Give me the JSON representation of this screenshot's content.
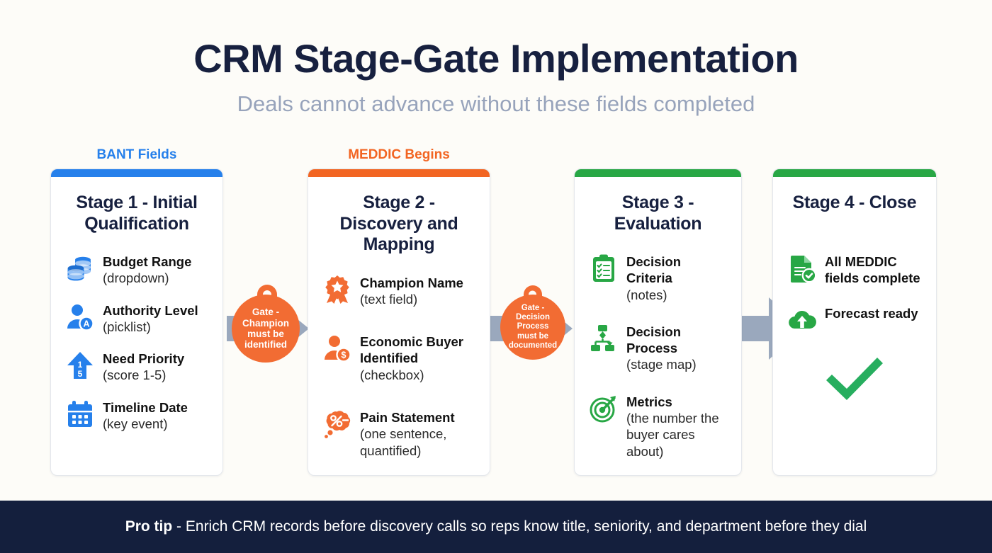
{
  "header": {
    "title": "CRM Stage-Gate Implementation",
    "subtitle": "Deals cannot advance without these fields completed"
  },
  "column_labels": [
    {
      "text": "BANT Fields",
      "color": "#2680eb"
    },
    {
      "text": "MEDDIC Begins",
      "color": "#f26522"
    }
  ],
  "cards": [
    {
      "accent": "#2680eb",
      "title": "Stage 1 - Initial Qualification",
      "items": [
        {
          "icon": "coins-stack-icon",
          "name": "Budget Range",
          "detail": "(dropdown)"
        },
        {
          "icon": "person-authority-icon",
          "name": "Authority Level",
          "detail": "(picklist)"
        },
        {
          "icon": "up-arrow-score-icon",
          "name": "Need Priority",
          "detail": "(score 1-5)"
        },
        {
          "icon": "calendar-icon",
          "name": "Timeline Date",
          "detail": "(key event)"
        }
      ]
    },
    {
      "accent": "#f26522",
      "title": "Stage 2 - Discovery and Mapping",
      "items": [
        {
          "icon": "award-ribbon-icon",
          "name": "Champion Name",
          "detail": "(text field)"
        },
        {
          "icon": "person-dollar-icon",
          "name": "Economic Buyer Identified",
          "detail": "(checkbox)"
        },
        {
          "icon": "thought-bubble-percent-icon",
          "name": "Pain Statement",
          "detail": "(one sentence, quantified)"
        }
      ]
    },
    {
      "accent": "#28a745",
      "title": "Stage 3 - Evaluation",
      "items": [
        {
          "icon": "clipboard-checklist-icon",
          "name": "Decision Criteria",
          "detail": "(notes)"
        },
        {
          "icon": "org-flowchart-icon",
          "name": "Decision Process",
          "detail": "(stage map)"
        },
        {
          "icon": "target-dart-icon",
          "name": "Metrics",
          "detail": "(the number the buyer cares about)"
        }
      ]
    },
    {
      "accent": "#28a745",
      "title": "Stage 4 - Close",
      "items": [
        {
          "icon": "document-check-icon",
          "name": "All MEDDIC fields complete",
          "detail": ""
        },
        {
          "icon": "cloud-upload-icon",
          "name": "Forecast ready",
          "detail": ""
        }
      ],
      "big_check": "check-mark-icon"
    }
  ],
  "gates": [
    {
      "lines": [
        "Gate -",
        "Champion",
        "must be",
        "identified"
      ],
      "color": "#f26c33"
    },
    {
      "lines": [
        "Gate -",
        "Decision",
        "Process",
        "must be",
        "documented"
      ],
      "color": "#f26c33"
    }
  ],
  "arrow_color": "#9aa8bd",
  "footer": {
    "label": "Pro tip",
    "text": " - Enrich CRM records before discovery calls so reps know title, seniority, and department before they dial"
  }
}
